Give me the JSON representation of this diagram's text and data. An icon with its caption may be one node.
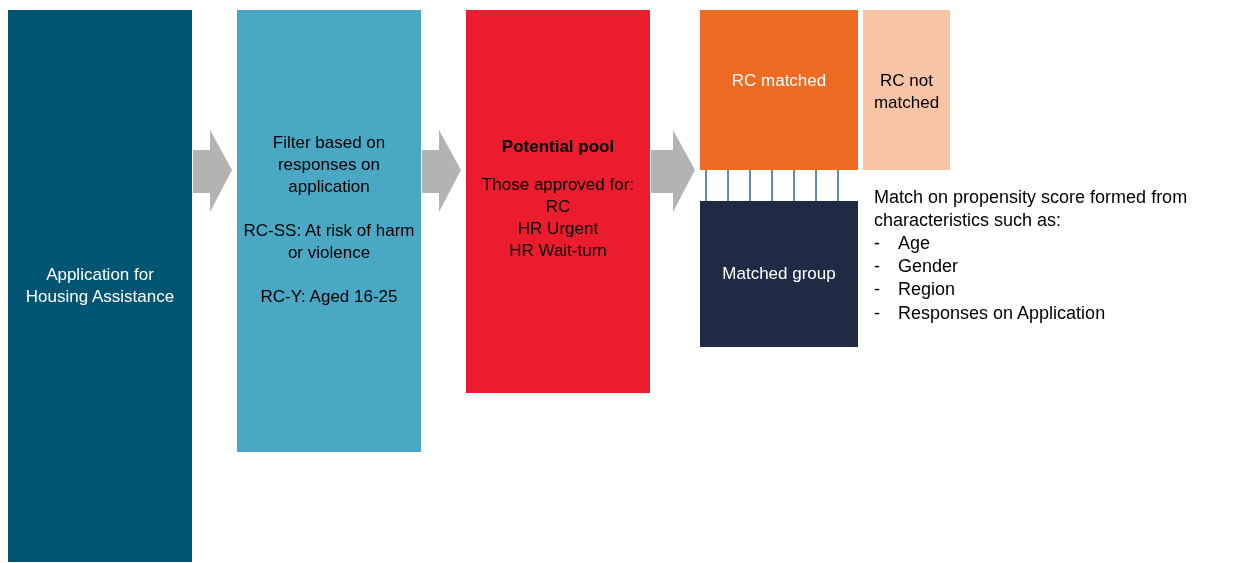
{
  "diagram": {
    "nodes": [
      {
        "text": [
          "Application for Housing Assistance"
        ]
      },
      {
        "text": [
          "Filter based on responses on application",
          "RC-SS: At risk of harm or violence",
          "RC-Y: Aged 16-25"
        ]
      },
      {
        "text": [
          "Potential pool",
          "Those approved for:",
          "RC",
          "HR Urgent",
          "HR Wait-turn"
        ]
      },
      {
        "text": [
          "RC matched"
        ]
      },
      {
        "text": [
          "RC not matched"
        ]
      },
      {
        "text": [
          "Matched group"
        ]
      }
    ],
    "edges": [
      {
        "from": 0,
        "to": 1,
        "arrow": "to",
        "style": "thick"
      },
      {
        "from": 1,
        "to": 2,
        "arrow": "to",
        "style": "thick"
      },
      {
        "from": 2,
        "to": 3,
        "arrow": "to",
        "style": "thick"
      },
      {
        "from": 3,
        "to": 5,
        "arrow": "none"
      },
      {
        "from": 3,
        "to": 5,
        "arrow": "none"
      },
      {
        "from": 3,
        "to": 5,
        "arrow": "none"
      },
      {
        "from": 3,
        "to": 5,
        "arrow": "none"
      },
      {
        "from": 3,
        "to": 5,
        "arrow": "none"
      },
      {
        "from": 3,
        "to": 5,
        "arrow": "none"
      },
      {
        "from": 3,
        "to": 5,
        "arrow": "none"
      }
    ],
    "labels": [
      "Match on propensity score formed from characteristics such as:",
      "-",
      "Age",
      "-",
      "Gender",
      "-",
      "Region",
      "-",
      "Responses on Application"
    ]
  }
}
